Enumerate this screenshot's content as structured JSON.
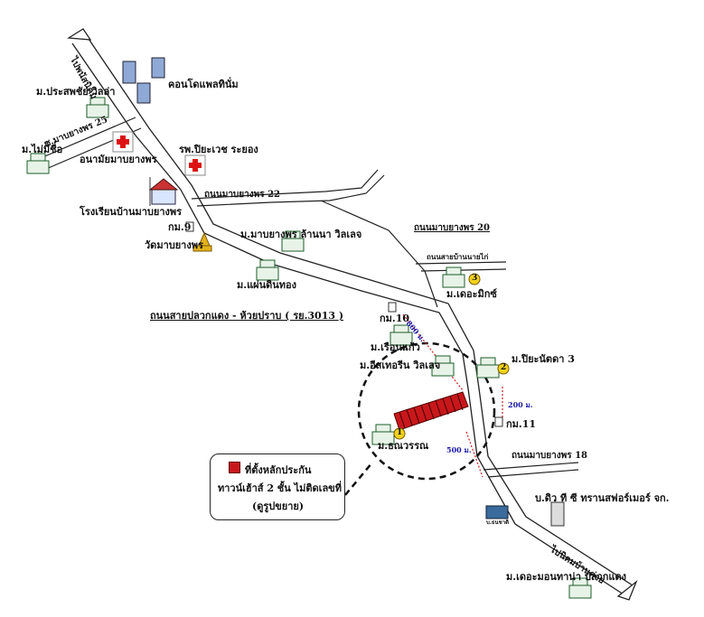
{
  "roads": {
    "to_phanat": "ไปพนัสนิคม",
    "to_nikhom": "ไปนิคมบ้านค่าย",
    "ban_mabyangporn_25": "ซ.มาบยางพร 25",
    "ban_mabyangporn_22": "ถนนมาบยางพร 22",
    "ban_mabyangporn_20": "ถนนมาบยางพร 20",
    "ban_mabyangporn_18": "ถนนมาบยางพร 18",
    "ban_nongai": "ถนนสายบ้านนายไก่",
    "main_road": "ถนนสายปลวกแดง - ห้วยปราบ ( รย.3013 )"
  },
  "places": {
    "condo": "คอนโดแพลทินั่ม",
    "prasatchai": "ม.ประสพชัย วิลล่า",
    "maimichue": "ม.ไม่มีชื่อ",
    "health_center": "อนามัยมาบยางพร",
    "hospital": "รพ.ปิยะเวช ระยอง",
    "school": "โรงเรียนบ้านมาบยางพร",
    "km9": "กม.9",
    "temple": "วัดมาบยางพร",
    "lanna": "ม.มาบยางพร ล้านนา วิลเลจ",
    "phaendin": "ม.แผ่นดินทอง",
    "mix": "ม.เดอะมิกซ์",
    "km10": "กม.10",
    "ruenkaew": "ม.เรือนแก้ว",
    "estherine": "ม.อีสเทอรีน วิลเลจ",
    "piyanatta": "ม.ปิยะนัตดา 3",
    "km11": "กม.11",
    "thanawan": "ม.ธณวรรณ",
    "cp": "บ.ดิว ที ซี ทรานสฟอร์เมอร์ จก.",
    "montana": "ม.เดอะมอนทาน่า ปลวกแดง",
    "shop": "บ.ธนชาติ"
  },
  "badges": [
    "1",
    "2",
    "3"
  ],
  "distances": {
    "d800": "800 ม.",
    "d200": "200 ม.",
    "d500": "500 ม."
  },
  "legend": {
    "line1": "ที่ตั้งหลักประกัน",
    "line2": "ทาวน์เฮ้าส์ 2 ชั้น ไม่ติดเลขที่",
    "line3": "(ดูรูปขยาย)"
  },
  "colors": {
    "plot": "#c8171b",
    "badge": "#f2d21b",
    "distance": "#d22020",
    "building": "#2e7d3a"
  }
}
